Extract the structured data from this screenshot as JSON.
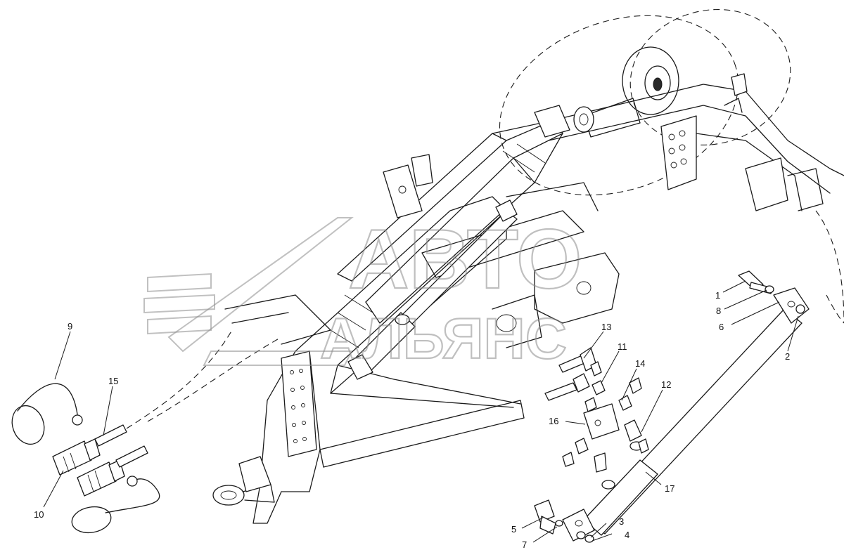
{
  "watermark": {
    "line1": "АВТО",
    "line2": "АЛЬЯНС"
  },
  "callouts": [
    {
      "id": "c1",
      "label": "1"
    },
    {
      "id": "c2",
      "label": "2"
    },
    {
      "id": "c3",
      "label": "3"
    },
    {
      "id": "c4",
      "label": "4"
    },
    {
      "id": "c5",
      "label": "5"
    },
    {
      "id": "c6",
      "label": "6"
    },
    {
      "id": "c7",
      "label": "7"
    },
    {
      "id": "c8",
      "label": "8"
    },
    {
      "id": "c9",
      "label": "9"
    },
    {
      "id": "c10",
      "label": "10"
    },
    {
      "id": "c11",
      "label": "11"
    },
    {
      "id": "c12",
      "label": "12"
    },
    {
      "id": "c13",
      "label": "13"
    },
    {
      "id": "c14",
      "label": "14"
    },
    {
      "id": "c15",
      "label": "15"
    },
    {
      "id": "c16",
      "label": "16"
    },
    {
      "id": "c17",
      "label": "17"
    }
  ]
}
